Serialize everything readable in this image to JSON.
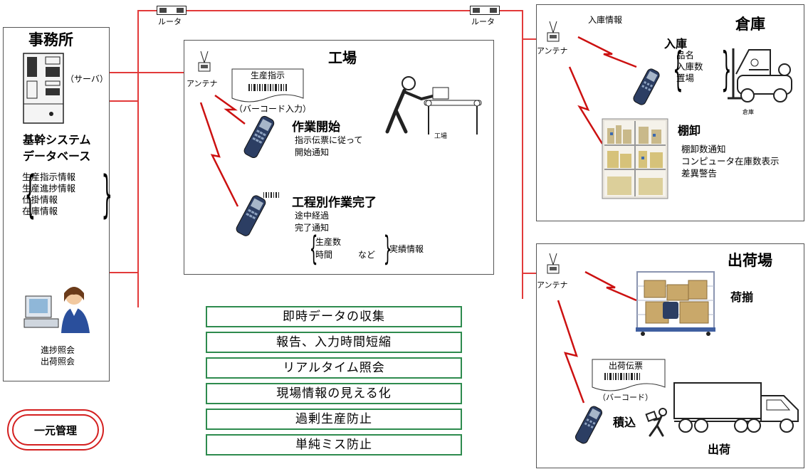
{
  "network": {
    "router_label": "ルータ",
    "antenna_label": "アンテナ"
  },
  "office": {
    "title": "事務所",
    "server_label": "（サーバ）",
    "system_title": "基幹システム",
    "db_title": "データベース",
    "db_items": [
      "生産指示情報",
      "生産進捗情報",
      "仕掛情報",
      "在庫情報"
    ],
    "inquiry": [
      "進捗照会",
      "出荷照会"
    ]
  },
  "factory": {
    "title": "工場",
    "slip_title": "生産指示",
    "barcode_input": "（バーコード入力）",
    "start_title": "作業開始",
    "start_desc": [
      "指示伝票に従って",
      "開始通知"
    ],
    "process_title": "工程別作業完了",
    "process_desc": [
      "途中経過",
      "完了通知"
    ],
    "metrics": [
      "生産数",
      "時間"
    ],
    "etc": "など",
    "result_info": "実績情報",
    "illustration_label": "工場"
  },
  "warehouse": {
    "title": "倉庫",
    "inbound_info": "入庫情報",
    "inbound_title": "入庫",
    "inbound_items": [
      "品名",
      "入庫数",
      "置場"
    ],
    "forklift_label": "倉庫",
    "inventory_title": "棚卸",
    "inventory_items": [
      "棚卸数通知",
      "コンピュータ在庫数表示",
      "差異警告"
    ]
  },
  "shipping": {
    "title": "出荷場",
    "sorting_title": "荷揃",
    "slip_title": "出荷伝票",
    "barcode_label": "（バーコード）",
    "loading_title": "積込",
    "ship_title": "出荷"
  },
  "central_label": "一元管理",
  "benefits": [
    "即時データの収集",
    "報告、入力時間短縮",
    "リアルタイム照会",
    "現場情報の見える化",
    "過剰生産防止",
    "単純ミス防止"
  ],
  "colors": {
    "network_line": "#e23a3a",
    "benefit_border": "#2e8b4e",
    "badge_red": "#d42020",
    "zigzag": "#cc1111"
  }
}
